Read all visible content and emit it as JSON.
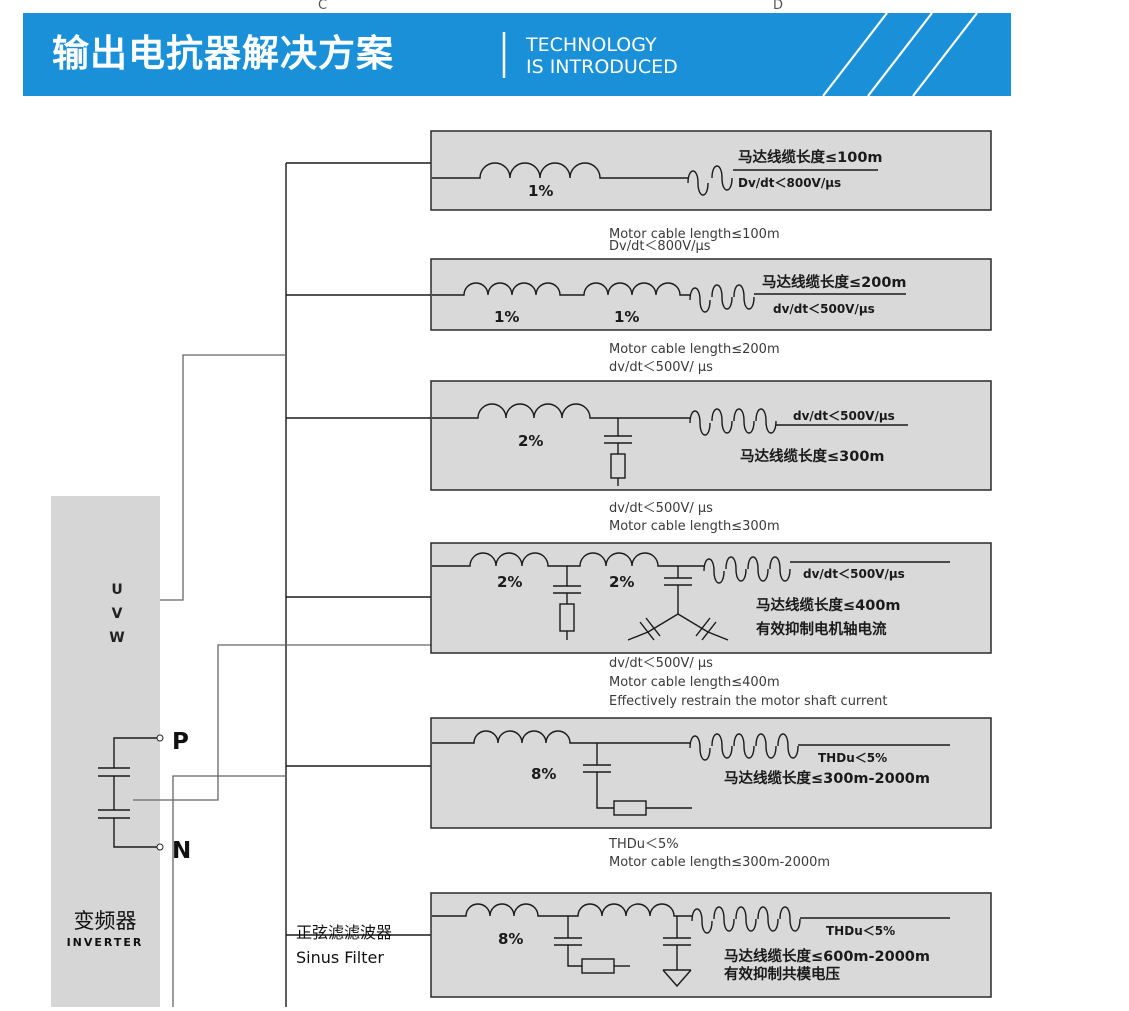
{
  "top_letters": {
    "left": "C",
    "right": "D"
  },
  "banner": {
    "title": "输出电抗器解决方案",
    "sub1": "TECHNOLOGY",
    "sub2": "IS INTRODUCED",
    "color": "#1a90d8"
  },
  "inverter": {
    "u": "U",
    "v": "V",
    "w": "W",
    "p": "P",
    "n": "N",
    "name_cn": "变频器",
    "name_en": "INVERTER"
  },
  "filter_label": {
    "cn": "正弦滤滤波器",
    "en": "Sinus Filter"
  },
  "solutions": [
    {
      "pcts": [
        "1%"
      ],
      "cn": [
        "马达线缆长度≤100m"
      ],
      "dv": "Dv/dt＜800V/μs",
      "en": [
        "Motor cable length≤100m",
        "Dv/dt＜800V/μs"
      ]
    },
    {
      "pcts": [
        "1%",
        "1%"
      ],
      "cn": [
        "马达线缆长度≤200m"
      ],
      "dv": "dv/dt＜500V/μs",
      "en": [
        "Motor cable length≤200m",
        "dv/dt＜500V/ μs"
      ]
    },
    {
      "pcts": [
        "2%"
      ],
      "cn": [
        "马达线缆长度≤300m"
      ],
      "dv": "dv/dt＜500V/μs",
      "en": [
        "dv/dt＜500V/ μs",
        "Motor cable length≤300m"
      ]
    },
    {
      "pcts": [
        "2%",
        "2%"
      ],
      "cn": [
        "马达线缆长度≤400m",
        "有效抑制电机轴电流"
      ],
      "dv": "dv/dt＜500V/μs",
      "en": [
        "dv/dt＜500V/ μs",
        "Motor cable length≤400m",
        "Effectively restrain the motor shaft current"
      ]
    },
    {
      "pcts": [
        "8%"
      ],
      "cn": [
        "马达线缆长度≤300m-2000m"
      ],
      "dv": "THDu＜5%",
      "en": [
        "THDu＜5%",
        "Motor cable length≤300m-2000m"
      ]
    },
    {
      "pcts": [
        "8%"
      ],
      "cn": [
        "马达线缆长度≤600m-2000m",
        "有效抑制共模电压"
      ],
      "dv": "THDu＜5%",
      "en": []
    }
  ]
}
